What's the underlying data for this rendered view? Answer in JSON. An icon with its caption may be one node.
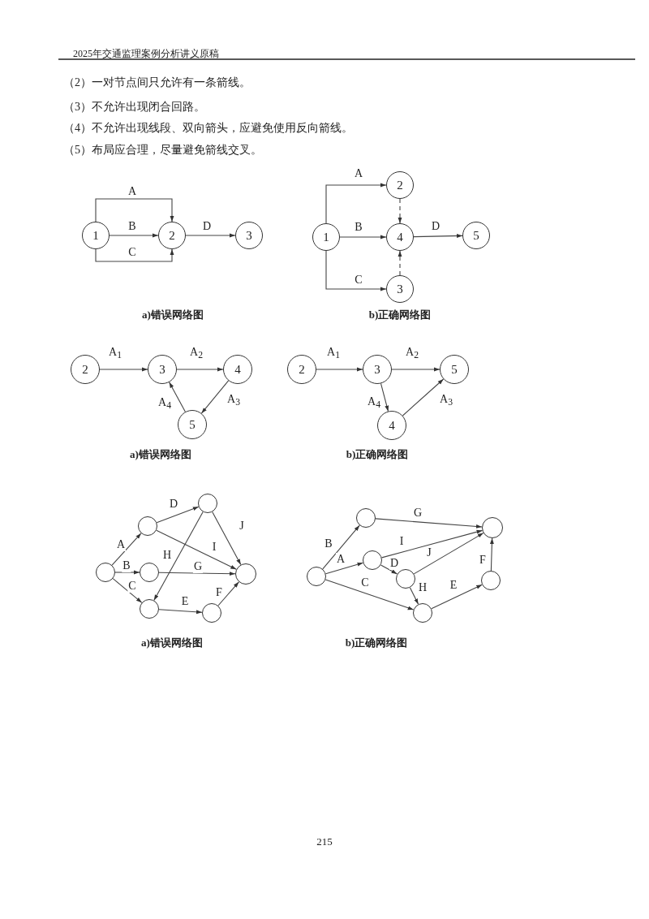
{
  "diagram": {
    "nodes": [
      {
        "text": [
          "1"
        ]
      },
      {
        "text": [
          "2"
        ]
      },
      {
        "text": [
          "3"
        ]
      },
      {
        "text": [
          "2"
        ]
      },
      {
        "text": [
          "1"
        ]
      },
      {
        "text": [
          "4"
        ]
      },
      {
        "text": [
          "5"
        ]
      },
      {
        "text": [
          "3"
        ]
      },
      {
        "text": [
          "2"
        ]
      },
      {
        "text": [
          "3"
        ]
      },
      {
        "text": [
          "4"
        ]
      },
      {
        "text": [
          "5"
        ]
      },
      {
        "text": [
          "2"
        ]
      },
      {
        "text": [
          "3"
        ]
      },
      {
        "text": [
          "5"
        ]
      },
      {
        "text": [
          "4"
        ]
      },
      {
        "text": [],
        "shape": "circle"
      },
      {
        "text": [],
        "shape": "circle"
      },
      {
        "text": [],
        "shape": "circle"
      },
      {
        "text": [],
        "shape": "circle"
      },
      {
        "text": [],
        "shape": "circle"
      },
      {
        "text": [],
        "shape": "circle"
      },
      {
        "text": [],
        "shape": "circle"
      },
      {
        "text": [],
        "shape": "circle"
      },
      {
        "text": [],
        "shape": "circle"
      },
      {
        "text": [],
        "shape": "circle"
      },
      {
        "text": [],
        "shape": "circle"
      },
      {
        "text": [],
        "shape": "circle"
      },
      {
        "text": [],
        "shape": "circle"
      },
      {
        "text": [],
        "shape": "circle"
      }
    ],
    "edges": [
      {
        "from": 0,
        "to": 1,
        "arrow": "to",
        "label": "A"
      },
      {
        "from": 0,
        "to": 1,
        "arrow": "to",
        "label": "B"
      },
      {
        "from": 0,
        "to": 1,
        "arrow": "to",
        "label": "C"
      },
      {
        "from": 1,
        "to": 2,
        "arrow": "to",
        "label": "D"
      },
      {
        "from": 4,
        "to": 3,
        "arrow": "to",
        "label": "A"
      },
      {
        "from": 4,
        "to": 5,
        "arrow": "to",
        "label": "B"
      },
      {
        "from": 4,
        "to": 7,
        "arrow": "to",
        "label": "C"
      },
      {
        "from": 3,
        "to": 5,
        "arrow": "to",
        "style": "dashed"
      },
      {
        "from": 7,
        "to": 5,
        "arrow": "to",
        "style": "dashed"
      },
      {
        "from": 5,
        "to": 6,
        "arrow": "to",
        "label": "D"
      },
      {
        "from": 8,
        "to": 9,
        "arrow": "to",
        "label": "A$_{1}$"
      },
      {
        "from": 9,
        "to": 10,
        "arrow": "to",
        "label": "A$_{2}$"
      },
      {
        "from": 10,
        "to": 11,
        "arrow": "to",
        "label": "A$_{3}$"
      },
      {
        "from": 11,
        "to": 9,
        "arrow": "to",
        "label": "A$_{4}$"
      },
      {
        "from": 12,
        "to": 13,
        "arrow": "to",
        "label": "A$_{1}$"
      },
      {
        "from": 13,
        "to": 14,
        "arrow": "to",
        "label": "A$_{2}$"
      },
      {
        "from": 13,
        "to": 15,
        "arrow": "to",
        "label": "A$_{4}$"
      },
      {
        "from": 15,
        "to": 14,
        "arrow": "to",
        "label": "A$_{3}$"
      },
      {
        "from": 16,
        "to": 17,
        "arrow": "to",
        "label": "A"
      },
      {
        "from": 16,
        "to": 18,
        "arrow": "to",
        "label": "B"
      },
      {
        "from": 16,
        "to": 19,
        "arrow": "to",
        "label": "C"
      },
      {
        "from": 17,
        "to": 20,
        "arrow": "to",
        "label": "D"
      },
      {
        "from": 17,
        "to": 22,
        "arrow": "to",
        "label": "I"
      },
      {
        "from": 18,
        "to": 22,
        "arrow": "to",
        "label": "G"
      },
      {
        "from": 20,
        "to": 19,
        "arrow": "to",
        "label": "H"
      },
      {
        "from": 20,
        "to": 22,
        "arrow": "to",
        "label": "J"
      },
      {
        "from": 19,
        "to": 21,
        "arrow": "to",
        "label": "E"
      },
      {
        "from": 21,
        "to": 22,
        "arrow": "to",
        "label": "F"
      },
      {
        "from": 23,
        "to": 24,
        "arrow": "to",
        "label": "B"
      },
      {
        "from": 23,
        "to": 25,
        "arrow": "to",
        "label": "A"
      },
      {
        "from": 23,
        "to": 27,
        "arrow": "to",
        "label": "C"
      },
      {
        "from": 24,
        "to": 29,
        "arrow": "to",
        "label": "G"
      },
      {
        "from": 25,
        "to": 29,
        "arrow": "to",
        "label": "I"
      },
      {
        "from": 25,
        "to": 26,
        "arrow": "to",
        "label": "D"
      },
      {
        "from": 26,
        "to": 29,
        "arrow": "to",
        "label": "J"
      },
      {
        "from": 26,
        "to": 27,
        "arrow": "to",
        "label": "H"
      },
      {
        "from": 27,
        "to": 28,
        "arrow": "to",
        "label": "E"
      },
      {
        "from": 28,
        "to": 29,
        "arrow": "to",
        "label": "F"
      }
    ],
    "labels": [
      "2025年交通监理案例分析讲义原稿",
      "（2）一对节点间只允许有一条箭线。",
      "（3）不允许出现闭合回路。",
      "（4）不允许出现线段、双向箭头，应避免使用反向箭线。",
      "（5）布局应合理，尽量避免箭线交叉。",
      "a)错误网络图",
      "b)正确网络图",
      "a)错误网络图",
      "b)正确网络图",
      "a)错误网络图",
      "b)正确网络图",
      "215"
    ]
  }
}
